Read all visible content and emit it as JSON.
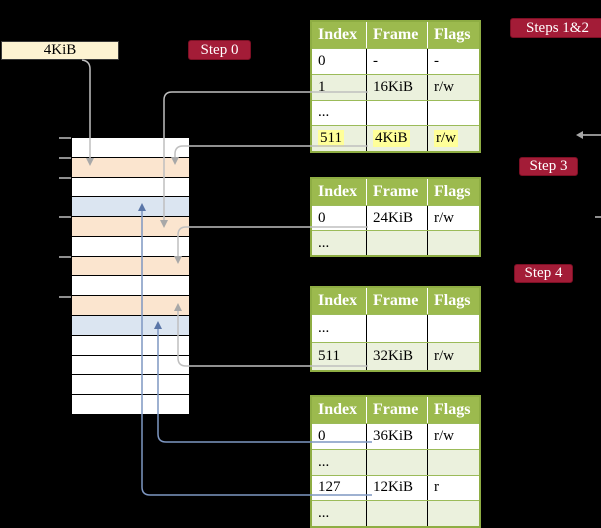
{
  "colors": {
    "background": "#000000",
    "crimson": "#a31c37",
    "header_green": "#9cba4e",
    "row_green": "#ebf1dd",
    "frame_orange": "#fbe5cf",
    "frame_blue": "#dbe5f1",
    "cream": "#fdf3d2",
    "highlight_yellow": "#ffff99",
    "table_border": "#8ead43",
    "row_divider": "#9bbb59",
    "gray_arrow": "#bfbfbf",
    "gray_arrow_head": "#a8a8a8",
    "blue_arrow": "#7e97c2",
    "blue_arrow_head": "#5a76a8"
  },
  "pointer_box": {
    "label": "4KiB"
  },
  "labels": {
    "step0": "Step 0",
    "steps12": "Steps 1&2",
    "step3": "Step 3",
    "step4": "Step 4"
  },
  "memory_stack": {
    "rows": [
      {
        "type": "free"
      },
      {
        "type": "page-table"
      },
      {
        "type": "free"
      },
      {
        "type": "mapped-page"
      },
      {
        "type": "page-table"
      },
      {
        "type": "free"
      },
      {
        "type": "page-table"
      },
      {
        "type": "free"
      },
      {
        "type": "page-table"
      },
      {
        "type": "mapped-page"
      },
      {
        "type": "free"
      },
      {
        "type": "free"
      },
      {
        "type": "free"
      },
      {
        "type": "free"
      }
    ],
    "tick_rows": [
      0,
      1,
      2,
      4,
      6,
      8
    ]
  },
  "page_tables": [
    {
      "name": "level-1-table",
      "headers": [
        "Index",
        "Frame",
        "Flags"
      ],
      "rows": [
        {
          "cells": [
            "0",
            "-",
            "-"
          ],
          "shaded": false,
          "highlighted": false
        },
        {
          "cells": [
            "1",
            "16KiB",
            "r/w"
          ],
          "shaded": true,
          "highlighted": false
        },
        {
          "cells": [
            "...",
            "",
            ""
          ],
          "shaded": false,
          "highlighted": false
        },
        {
          "cells": [
            "511",
            "4KiB",
            "r/w"
          ],
          "shaded": true,
          "highlighted": true
        }
      ]
    },
    {
      "name": "level-2-table",
      "headers": [
        "Index",
        "Frame",
        "Flags"
      ],
      "rows": [
        {
          "cells": [
            "0",
            "24KiB",
            "r/w"
          ],
          "shaded": false,
          "highlighted": false
        },
        {
          "cells": [
            "...",
            "",
            ""
          ],
          "shaded": true,
          "highlighted": false
        }
      ]
    },
    {
      "name": "level-3-table",
      "headers": [
        "Index",
        "Frame",
        "Flags"
      ],
      "rows": [
        {
          "cells": [
            "...",
            "",
            ""
          ],
          "shaded": false,
          "highlighted": false
        },
        {
          "cells": [
            "511",
            "32KiB",
            "r/w"
          ],
          "shaded": true,
          "highlighted": false
        }
      ]
    },
    {
      "name": "level-4-table",
      "headers": [
        "Index",
        "Frame",
        "Flags"
      ],
      "rows": [
        {
          "cells": [
            "0",
            "36KiB",
            "r/w"
          ],
          "shaded": false,
          "highlighted": false
        },
        {
          "cells": [
            "...",
            "",
            ""
          ],
          "shaded": true,
          "highlighted": false
        },
        {
          "cells": [
            "127",
            "12KiB",
            "r"
          ],
          "shaded": false,
          "highlighted": false
        },
        {
          "cells": [
            "...",
            "",
            ""
          ],
          "shaded": true,
          "highlighted": false
        }
      ]
    }
  ]
}
